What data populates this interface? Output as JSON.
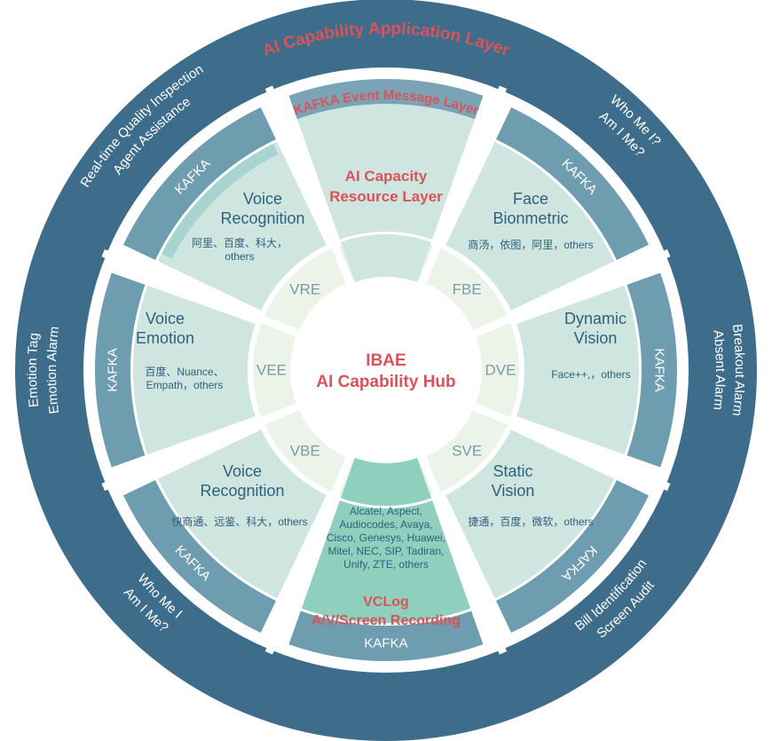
{
  "outer_title": "AI Capability Application Layer",
  "event_layer_title": "KAFKA Event Message Layer",
  "hub": {
    "line1": "IBAE",
    "line2": "AI Capability Hub"
  },
  "resource_layer": {
    "line1": "AI  Capacity",
    "line2": "Resource Layer"
  },
  "segments": [
    {
      "id": "resource",
      "title": [],
      "vendors": [],
      "engine": "",
      "kafka": "",
      "outer_text": []
    },
    {
      "id": "face",
      "title": [
        "Face",
        "Bionmetric"
      ],
      "vendors": [
        "商汤，依图，阿里，others"
      ],
      "engine": "FBE",
      "kafka": "KAFKA",
      "outer_text": [
        "Am I Me?",
        "Who Me I?"
      ]
    },
    {
      "id": "dynamic",
      "title": [
        "Dynamic",
        "Vision"
      ],
      "vendors": [
        "Face++,，others"
      ],
      "engine": "DVE",
      "kafka": "KAFKA",
      "outer_text": [
        "Absent Alarm",
        "Breakout Alarm"
      ]
    },
    {
      "id": "static",
      "title": [
        "Static",
        "Vision"
      ],
      "vendors": [
        "捷通，百度，微软，others"
      ],
      "engine": "SVE",
      "kafka": "KAFKA",
      "outer_text": [
        "Screen Audit",
        "Bill Identification"
      ]
    },
    {
      "id": "vclog",
      "title": [
        "VCLog",
        "A/V/Screen Recording"
      ],
      "vendors": [
        "Alcatel, Aspect,",
        "Audiocodes, Avaya,",
        "Cisco, Genesys, Huawei,",
        "Mitel, NEC, SIP, Tadiran,",
        "Unify, ZTE, others"
      ],
      "engine": "",
      "kafka": "KAFKA",
      "outer_text": []
    },
    {
      "id": "voice-bottom",
      "title": [
        "Voice",
        "Recognition"
      ],
      "vendors": [
        "快商通、远鉴、科大，others"
      ],
      "engine": "VBE",
      "kafka": "KAFKA",
      "outer_text": [
        "Am I Me?",
        "Who Me I"
      ]
    },
    {
      "id": "emotion",
      "title": [
        "Voice",
        "Emotion"
      ],
      "vendors": [
        "百度、Nuance、",
        "Empath，others"
      ],
      "engine": "VEE",
      "kafka": "KAFKA",
      "outer_text": [
        "Emotion Alarm",
        "Emotion Tag"
      ]
    },
    {
      "id": "voice-top",
      "title": [
        "Voice",
        "Recognition"
      ],
      "vendors": [
        "阿里、百度、科大，",
        "others"
      ],
      "engine": "VRE",
      "kafka": "KAFKA",
      "outer_text": [
        "Agent Assistance",
        "Real-time Quality Inspection"
      ]
    }
  ],
  "colors": {
    "outer_ring": "#3e6d8c",
    "kafka_band": "#6f9db0",
    "kafka_band_top": "#7aa3b5",
    "segment_fill": "#cfe6e0",
    "segment_highlight": "#a8d3d0",
    "vclog_fill": "#8fcfbd",
    "engine_ring": "#ecf3e8",
    "engine_text": "#7b9aa8",
    "title_text": "#2f5f7c",
    "accent_red": "#d9535a",
    "white": "#ffffff"
  }
}
